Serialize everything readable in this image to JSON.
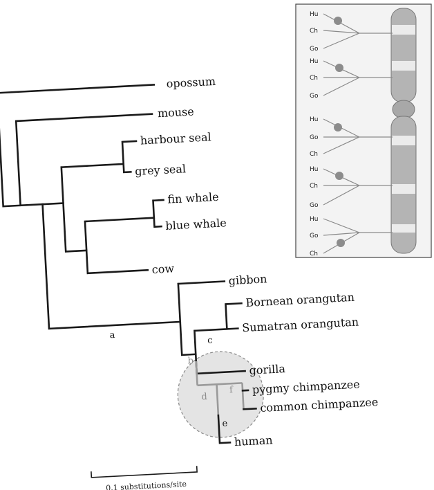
{
  "tree": {
    "leaves": {
      "opossum": "opossum",
      "mouse": "mouse",
      "harbour_seal": "harbour seal",
      "grey_seal": "grey seal",
      "fin_whale": "fin whale",
      "blue_whale": "blue whale",
      "cow": "cow",
      "gibbon": "gibbon",
      "bornean_orangutan": "Bornean orangutan",
      "sumatran_orangutan": "Sumatran orangutan",
      "gorilla": "gorilla",
      "pygmy_chimpanzee": "pygmy chimpanzee",
      "common_chimpanzee": "common chimpanzee",
      "human": "human"
    },
    "node_labels": {
      "a": "a",
      "b": "b",
      "c": "c",
      "d": "d",
      "e": "e",
      "f": "f"
    },
    "scale_bar_label": "0.1 substitutions/site"
  },
  "inset": {
    "trees": [
      [
        "Hu",
        "Ch",
        "Go"
      ],
      [
        "Hu",
        "Ch",
        "Go"
      ],
      [
        "Hu",
        "Go",
        "Ch"
      ],
      [
        "Hu",
        "Ch",
        "Go"
      ],
      [
        "Hu",
        "Go",
        "Ch"
      ]
    ]
  }
}
